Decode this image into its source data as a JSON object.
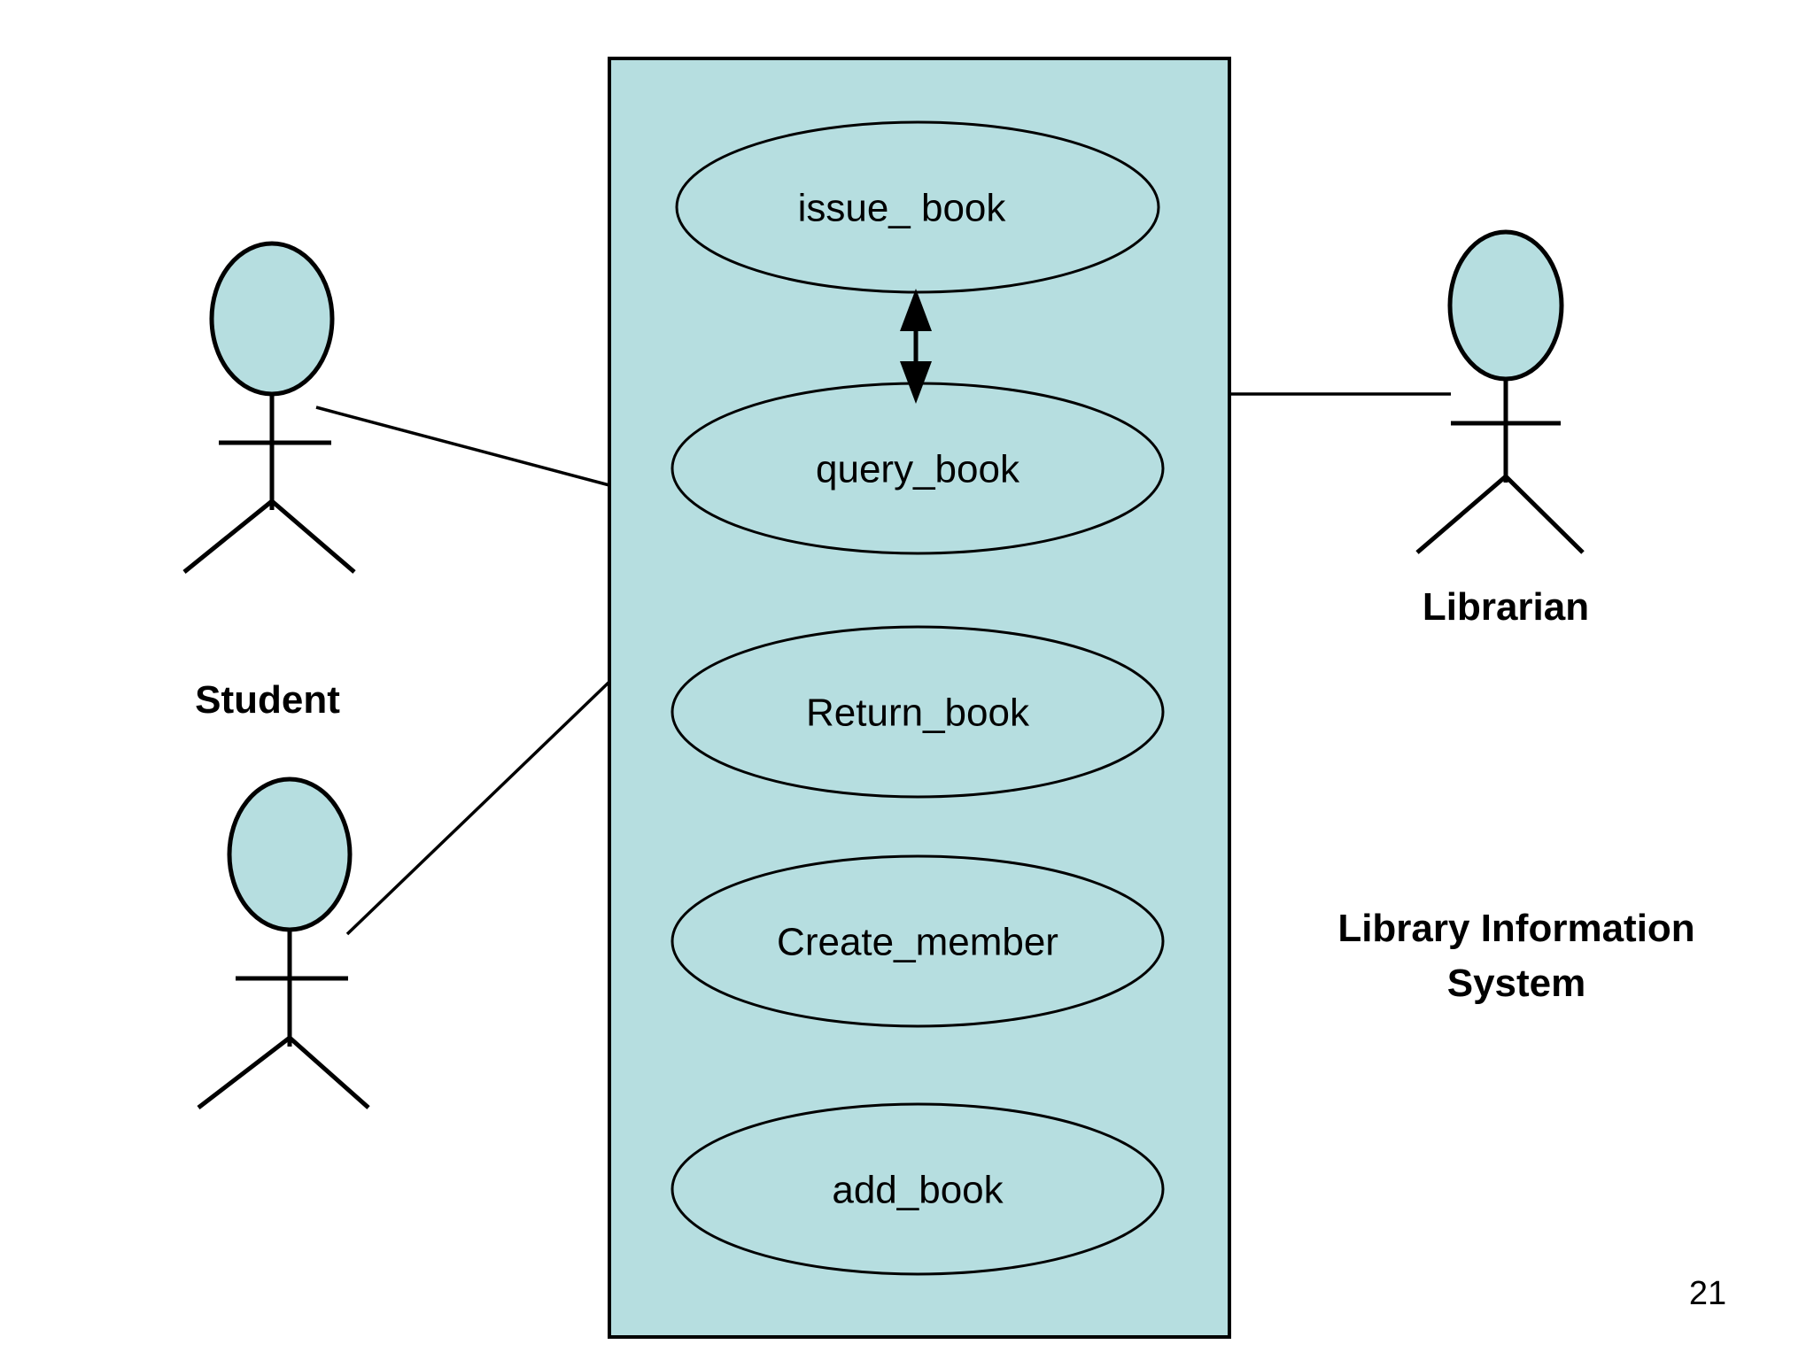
{
  "diagram": {
    "kind": "uml-use-case-diagram",
    "page_number": "21",
    "system_boundary": {
      "label_line_1": "Library Information",
      "label_line_2": "System",
      "fill_color": "#b6dee0",
      "stroke_color": "#000000"
    },
    "colors": {
      "fill": "#b6dee0",
      "stroke": "#000000",
      "text": "#000000",
      "background": "#ffffff"
    },
    "use_cases": [
      {
        "id": "issue-book",
        "label": "issue_ book"
      },
      {
        "id": "query-book",
        "label": "query_book"
      },
      {
        "id": "return-book",
        "label": "Return_book"
      },
      {
        "id": "create-member",
        "label": "Create_member"
      },
      {
        "id": "add-book",
        "label": "add_book"
      }
    ],
    "actors": [
      {
        "id": "student",
        "label": "Student",
        "position": "left"
      },
      {
        "id": "student-2",
        "label": "",
        "position": "left-lower"
      },
      {
        "id": "librarian",
        "label": "Librarian",
        "position": "right"
      }
    ],
    "relationships": [
      {
        "from": "student",
        "to": "system-boundary",
        "type": "association"
      },
      {
        "from": "student-2",
        "to": "system-boundary",
        "type": "association"
      },
      {
        "from": "librarian",
        "to": "system-boundary",
        "type": "association"
      },
      {
        "from": "issue-book",
        "to": "query-book",
        "type": "bidirectional-arrow"
      }
    ]
  }
}
